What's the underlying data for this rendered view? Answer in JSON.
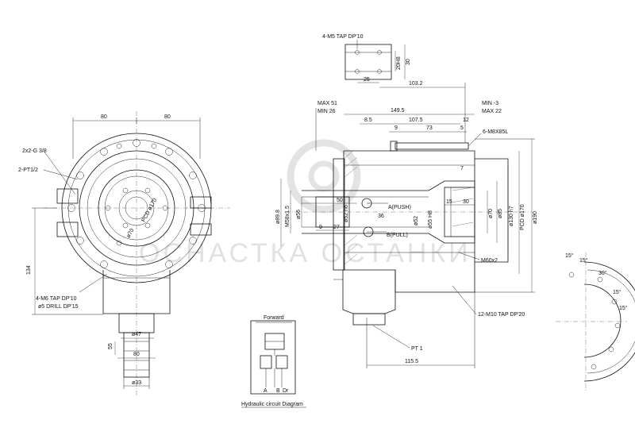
{
  "colors": {
    "line": "#111111",
    "watermark": "#c9c9c9",
    "background": "#ffffff"
  },
  "watermark": {
    "text": "ОСНАСТКА ОСТАНКИ",
    "icon": "logo-icon"
  },
  "front_view": {
    "dim_80_left": "80",
    "dim_80_right": "80",
    "port_g38": "2x2-G 3/8",
    "port_pt12": "2-PT1/2",
    "dim_134": "134",
    "tap_m6": "4-M6 TAP DP'10",
    "drill_5": "ø5 DRILL DP'15",
    "pcd_label": "PCD ø170",
    "pcd_dim": "ø70",
    "dim_55": "55",
    "dia_47": "ø47",
    "dim_80_bottom": "80",
    "dia_33": "ø33"
  },
  "top_detail": {
    "tap_m5": "4-M5 TAP DP'10",
    "dim_20h8": "20H8",
    "dim_30": "30",
    "dim_25": "25",
    "dim_103_2": "103.2"
  },
  "section_view": {
    "max51": "MAX 51",
    "min26": "MIN 26",
    "dim_149_5": "149.5",
    "min_3": "MIN -3",
    "max22": "MAX 22",
    "dim_8_5": "8.5",
    "dim_107_5": "107.5",
    "dim_12": "12",
    "dim_9a": "9",
    "dim_73": "73",
    "dim_5": "5",
    "bolt_m8": "6-M8X85L",
    "dia_89_8": "ø89.8",
    "m58": "M58x1.5",
    "dia_56": "ø56",
    "dia_52h6": "ø52 h6",
    "dim_50": "50",
    "dim_36": "36",
    "dia_52": "ø52",
    "dia_55h8": "ø55 H8",
    "push": "A(PUSH)",
    "pull": "B(PULL)",
    "dim_9b": "9",
    "dim_27": "27",
    "dim_15": "15",
    "dim_30": "30",
    "dim_7": "7",
    "dia_70": "ø70",
    "dia_85": "ø85",
    "dia_130h7": "ø130 h7",
    "pcd_170": "PCD ø170",
    "dia_190": "ø190",
    "m60": "M60x2",
    "tap_m10": "12-M10 TAP DP'20",
    "pt1": "PT 1",
    "dim_115_5": "115.5"
  },
  "side_view": {
    "angles": [
      "15°",
      "15°",
      "30°",
      "15°",
      "15°"
    ]
  },
  "hydraulic": {
    "title": "Hydraulic circuit Diagram",
    "forward": "Forward",
    "port_a": "A",
    "port_b": "B",
    "port_dr": "Dr"
  }
}
